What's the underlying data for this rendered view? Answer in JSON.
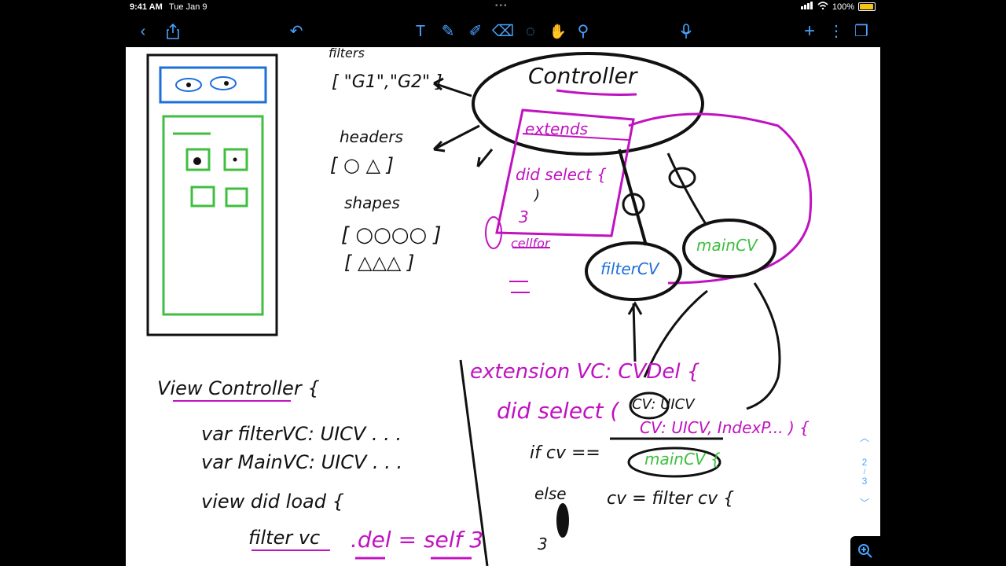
{
  "status": {
    "time": "9:41 AM",
    "date": "Tue Jan 9",
    "battery": "100%"
  },
  "toolbar": {
    "back": "‹",
    "share": "⇧",
    "undo": "↶",
    "text": "T",
    "pencil": "✎",
    "highlighter": "✐",
    "eraser": "⌫",
    "lasso": "◌",
    "hand": "✋",
    "magnify": "⚲",
    "mic": "🎙",
    "add": "+",
    "more": "⋮",
    "pages": "❐"
  },
  "notes": {
    "filters": "filters",
    "filters_list": "[ \"G1\",\"G2\" ]",
    "headers": "headers",
    "headers_list": "[ ○ △ ]",
    "shapes": "shapes",
    "shapes_row1": "[ ○○○○ ]",
    "shapes_row2": "[ △△△ ]",
    "controller": "Controller",
    "extends": "extends",
    "did_select": "did select {",
    "close_paren": ")",
    "close_brace": "3",
    "cellfor": "cellfor",
    "filter_cv": "filterCV",
    "main_cv": "mainCV",
    "view_controller": "View Controller {",
    "var_filter": "var filterVC: UICV . . .",
    "var_main": "var MainVC: UICV . . .",
    "view_did_load": "view did load {",
    "filter_del": "filter vc",
    "del_self": ".del = self 3",
    "close_three": "3",
    "extension": "extension VC: CVDel {",
    "did_select2": "did select (",
    "cv_param": "CV: UICV",
    "cv_param2": "CV: UICV, IndexP... ) {",
    "if_cv": "if cv ==",
    "main_cv2": "mainCV {",
    "else": "else",
    "cv_filter": "cv = filter cv {"
  },
  "pager": {
    "current": "2",
    "total": "3"
  }
}
